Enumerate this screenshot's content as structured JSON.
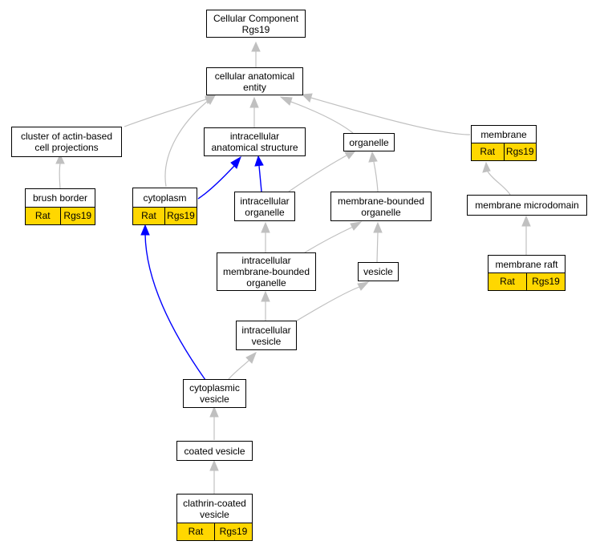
{
  "colors": {
    "annotation_fill": "#ffd700",
    "edge_gray": "#c0c0c0",
    "edge_blue": "#0000ff"
  },
  "nodes": [
    {
      "id": "cc",
      "label": "Cellular Component\nRgs19"
    },
    {
      "id": "cae",
      "label": "cellular anatomical\nentity"
    },
    {
      "id": "cabcp",
      "label": "cluster of actin-based\ncell projections"
    },
    {
      "id": "ias",
      "label": "intracellular\nanatomical structure"
    },
    {
      "id": "org",
      "label": "organelle"
    },
    {
      "id": "mem",
      "label": "membrane",
      "species": "Rat",
      "gene": "Rgs19"
    },
    {
      "id": "bb",
      "label": "brush border",
      "species": "Rat",
      "gene": "Rgs19"
    },
    {
      "id": "cyt",
      "label": "cytoplasm",
      "species": "Rat",
      "gene": "Rgs19"
    },
    {
      "id": "io",
      "label": "intracellular\norganelle"
    },
    {
      "id": "mbo",
      "label": "membrane-bounded\norganelle"
    },
    {
      "id": "md",
      "label": "membrane microdomain"
    },
    {
      "id": "imbo",
      "label": "intracellular\nmembrane-bounded\norganelle"
    },
    {
      "id": "ves",
      "label": "vesicle"
    },
    {
      "id": "mr",
      "label": "membrane raft",
      "species": "Rat",
      "gene": "Rgs19"
    },
    {
      "id": "iv",
      "label": "intracellular\nvesicle"
    },
    {
      "id": "cv",
      "label": "cytoplasmic\nvesicle"
    },
    {
      "id": "cov",
      "label": "coated vesicle"
    },
    {
      "id": "ccv",
      "label": "clathrin-coated\nvesicle",
      "species": "Rat",
      "gene": "Rgs19"
    }
  ]
}
